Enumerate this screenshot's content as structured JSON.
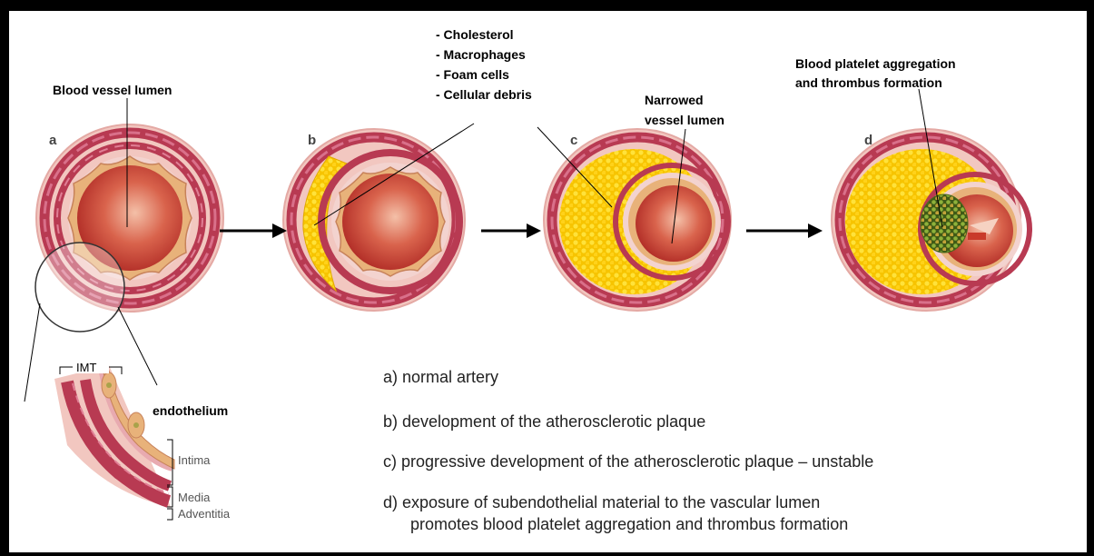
{
  "labels": {
    "lumen": "Blood vessel lumen",
    "plaque_items": [
      "- Cholesterol",
      "- Macrophages",
      "- Foam cells",
      "- Cellular debris"
    ],
    "narrowed": [
      "Narrowed",
      "vessel lumen"
    ],
    "platelet": [
      "Blood platelet aggregation",
      "and thrombus formation"
    ],
    "endothelium": "endothelium",
    "imt": "IMT"
  },
  "stages": [
    "a",
    "b",
    "c",
    "d"
  ],
  "layers": [
    "Intima",
    "Media",
    "Adventitia"
  ],
  "captions": [
    "a)  normal artery",
    "b)  development of the atherosclerotic plaque",
    "c)  progressive development of the atherosclerotic plaque – unstable",
    "d)  exposure of subendothelial material to the vascular lumen",
    "      promotes blood platelet aggregation and thrombus formation"
  ],
  "colors": {
    "tissue": "#f2c7c0",
    "muscle": "#b83a52",
    "lumen_dark": "#a8201e",
    "lumen_light": "#f3b49c",
    "plaque": "#f7c400",
    "endothelium": "#e8b27a",
    "clot": "#6f8a2a"
  }
}
